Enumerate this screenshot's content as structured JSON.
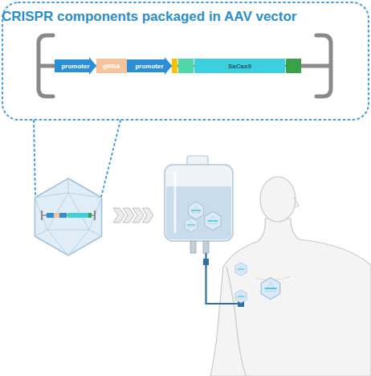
{
  "diagram": {
    "nodes": [
      {
        "text": [
          "CRISPR components packaged in AAV vector"
        ]
      },
      {
        "text": [
          "promoter"
        ],
        "in": 0
      },
      {
        "text": [
          "gRNA"
        ],
        "in": 0
      },
      {
        "text": [
          "promoter"
        ],
        "in": 0
      },
      {
        "text": [
          "SaCas9"
        ],
        "in": 0
      }
    ]
  }
}
